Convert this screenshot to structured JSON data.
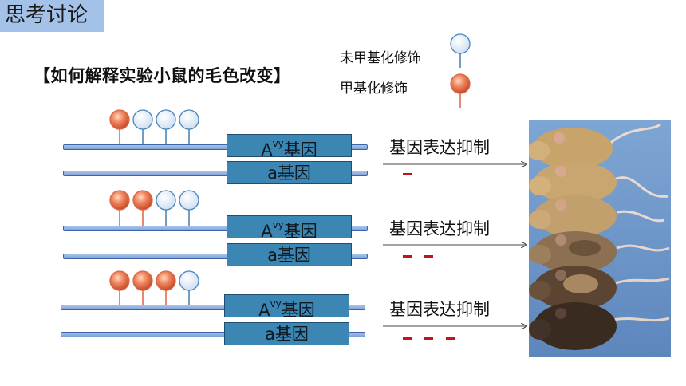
{
  "header": {
    "title": "思考讨论"
  },
  "question": "【如何解释实验小鼠的毛色改变】",
  "legend": {
    "unmethylated_label": "未甲基化修饰",
    "methylated_label": "甲基化修饰"
  },
  "genes": {
    "avy_base": "A",
    "avy_sup": "vy",
    "avy_suffix": "基因",
    "a_label": "a基因"
  },
  "rows": [
    {
      "methylated": 1,
      "unmethylated": 3,
      "effect": "基因表达抑制",
      "suppression_level": 1
    },
    {
      "methylated": 2,
      "unmethylated": 2,
      "effect": "基因表达抑制",
      "suppression_level": 2
    },
    {
      "methylated": 3,
      "unmethylated": 1,
      "effect": "基因表达抑制",
      "suppression_level": 3
    }
  ],
  "colors": {
    "title_bg": "#a4c1e8",
    "gene_box": "#3b86b3",
    "strand": "#8fb0e0",
    "methylated": "#e86a4a",
    "unmethylated": "#dce8f6",
    "dash": "#c0161b"
  }
}
